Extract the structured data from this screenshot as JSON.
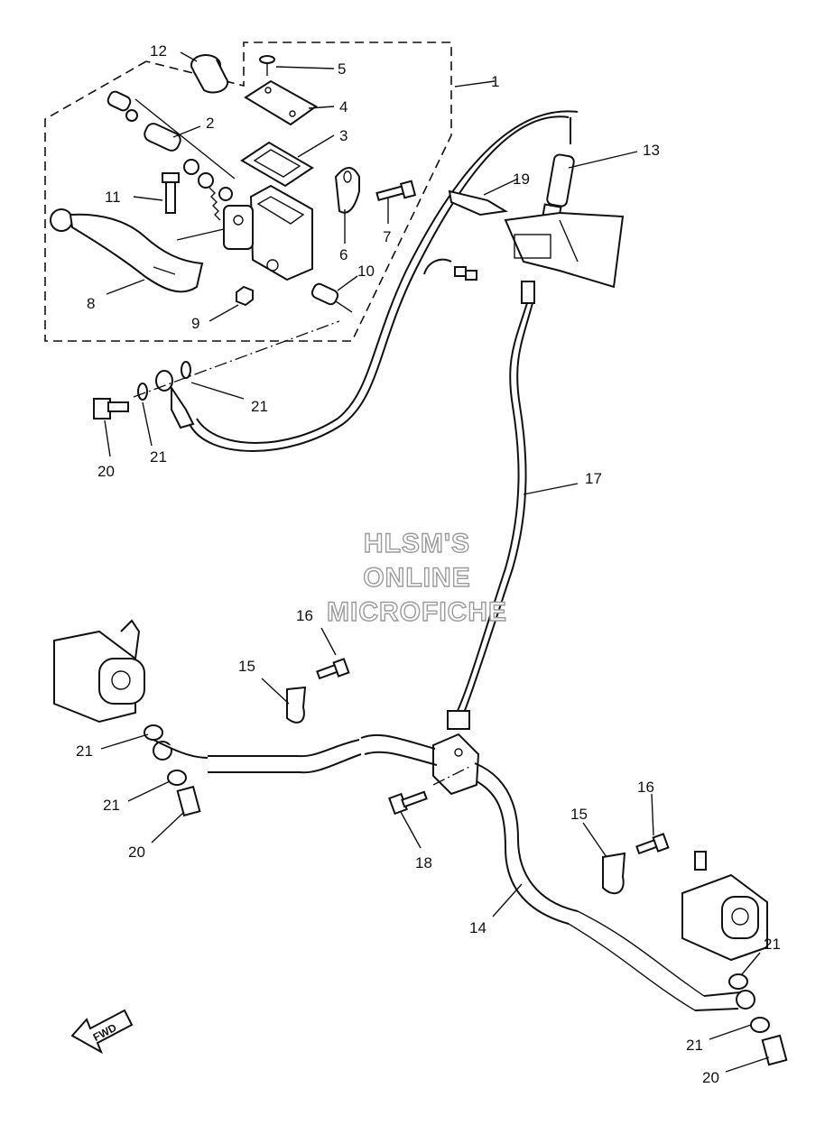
{
  "watermark": {
    "line1": "HLSM'S",
    "line2": "ONLINE",
    "line3": "MICROFICHE"
  },
  "fwd_label": "FWD",
  "callouts": {
    "c1": "1",
    "c2": "2",
    "c3": "3",
    "c4": "4",
    "c5": "5",
    "c6": "6",
    "c7": "7",
    "c8": "8",
    "c9": "9",
    "c10": "10",
    "c11": "11",
    "c12": "12",
    "c13": "13",
    "c14": "14",
    "c15a": "15",
    "c15b": "15",
    "c16a": "16",
    "c16b": "16",
    "c17": "17",
    "c18": "18",
    "c19": "19",
    "c20a": "20",
    "c20b": "20",
    "c20c": "20",
    "c21a": "21",
    "c21b": "21",
    "c21c": "21",
    "c21d": "21",
    "c21e": "21",
    "c21f": "21"
  }
}
